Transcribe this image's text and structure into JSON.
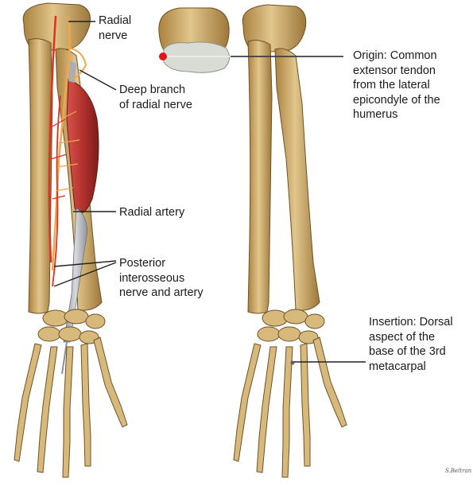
{
  "labels": {
    "radial_nerve": "Radial\nnerve",
    "deep_branch": "Deep branch\nof radial nerve",
    "radial_artery": "Radial artery",
    "posterior_interosseous": "Posterior\ninterosseous\nnerve and artery",
    "origin": "Origin: Common\nextensor tendon\nfrom the lateral\nepicondyle of the\nhumerus",
    "insertion": "Insertion: Dorsal\naspect  of the\nbase of the 3rd\nmetacarpal"
  },
  "signature": "S.Beltran",
  "colors": {
    "bone": "#c9a76a",
    "bone_light": "#e6cf98",
    "bone_dark": "#8c6a32",
    "muscle": "#b3322d",
    "nerve": "#f2a64a",
    "artery": "#e0301e",
    "tendon": "#b9bcc2",
    "origin_marker": "#e0141b",
    "leader": "#222222"
  }
}
